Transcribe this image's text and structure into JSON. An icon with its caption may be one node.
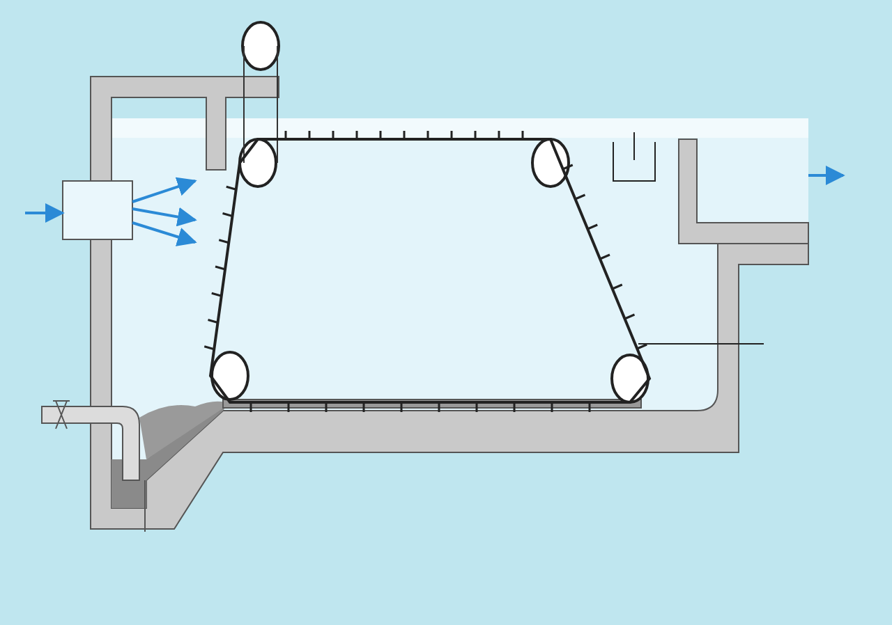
{
  "diagram": {
    "nodes": [
      {
        "text": [],
        "shape": "box"
      },
      {
        "text": [],
        "shape": "picture"
      }
    ],
    "edges": [
      {
        "from": null,
        "to": 0,
        "arrow": "to"
      },
      {
        "from": 0,
        "to": 1,
        "arrow": "to"
      },
      {
        "from": 0,
        "to": 1,
        "arrow": "to"
      },
      {
        "from": 0,
        "to": 1,
        "arrow": "to"
      },
      {
        "from": 1,
        "to": null,
        "arrow": "to"
      }
    ]
  }
}
